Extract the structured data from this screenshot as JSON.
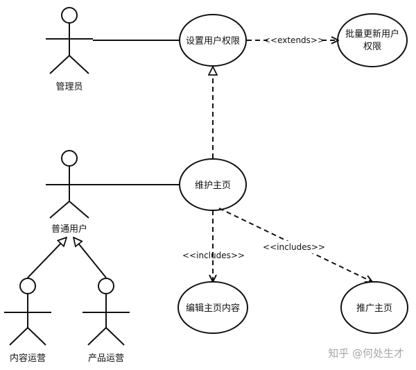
{
  "actors": {
    "admin": "管理员",
    "user": "普通用户",
    "content_ops": "内容运营",
    "product_ops": "产品运营"
  },
  "use_cases": {
    "set_permissions": "设置用户权限",
    "batch_update_line1": "批量更新用户",
    "batch_update_line2": "权限",
    "maintain_home": "维护主页",
    "edit_home_content": "编辑主页内容",
    "promote_home": "推广主页"
  },
  "stereotypes": {
    "extends": "<<extends>>",
    "includes_left": "<<includes>>",
    "includes_right": "<<includes>>"
  },
  "watermark": "知乎 @何处生才"
}
